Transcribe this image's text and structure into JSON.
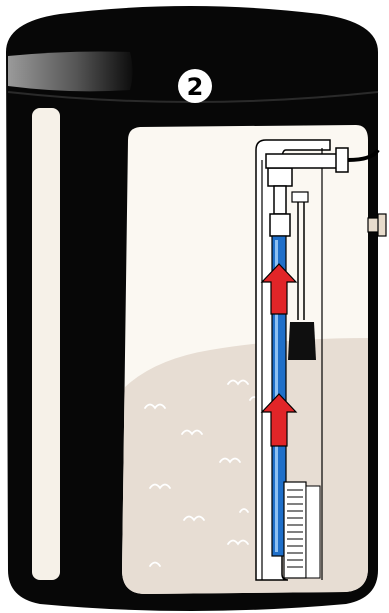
{
  "diagram": {
    "step_label": "2",
    "components": {
      "tank": "water-tank",
      "sediment": "media-bed",
      "riser_tube": "distributor-riser",
      "flow_arrows": [
        "up-arrow",
        "up-arrow"
      ],
      "float_switch": "float",
      "distributor_screen": "bottom-screen",
      "control_head": "control-valve-head",
      "side_port": "side-outlet"
    },
    "colors": {
      "tank": "#070707",
      "interior": "#fbf8f2",
      "sediment": "#e7ddd3",
      "sediment_curl": "#ffffff",
      "riser": "#1f6fc9",
      "riser_highlight": "#8ec0f2",
      "arrow": "#e12528",
      "float": "#0f0f0f",
      "lid_highlight_start": "#9a9a9a",
      "lid_highlight_end": "#0d0d0d",
      "badge_fill": "#ffffff",
      "badge_text": "#000000"
    }
  }
}
